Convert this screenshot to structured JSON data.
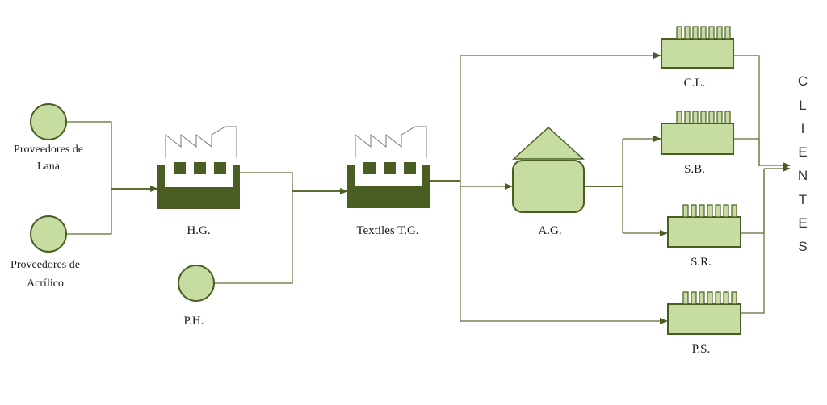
{
  "colors": {
    "dark_green": "#4a5e24",
    "line_green": "#5b6e34",
    "light_green": "#c6dca0",
    "text": "#1a1a1a"
  },
  "nodes": {
    "supplier_wool": {
      "line1": "Proveedores de",
      "line2": "Lana"
    },
    "supplier_acrylic": {
      "line1": "Proveedores de",
      "line2": "Acrílico"
    },
    "hg": {
      "label": "H.G."
    },
    "ph": {
      "label": "P.H."
    },
    "textiles": {
      "label": "Textiles T.G."
    },
    "ag": {
      "label": "A.G."
    },
    "cl": {
      "label": "C.L."
    },
    "sb": {
      "label": "S.B."
    },
    "sr": {
      "label": "S.R."
    },
    "ps": {
      "label": "P.S."
    }
  },
  "clientes": [
    "C",
    "L",
    "I",
    "E",
    "N",
    "T",
    "E",
    "S"
  ]
}
